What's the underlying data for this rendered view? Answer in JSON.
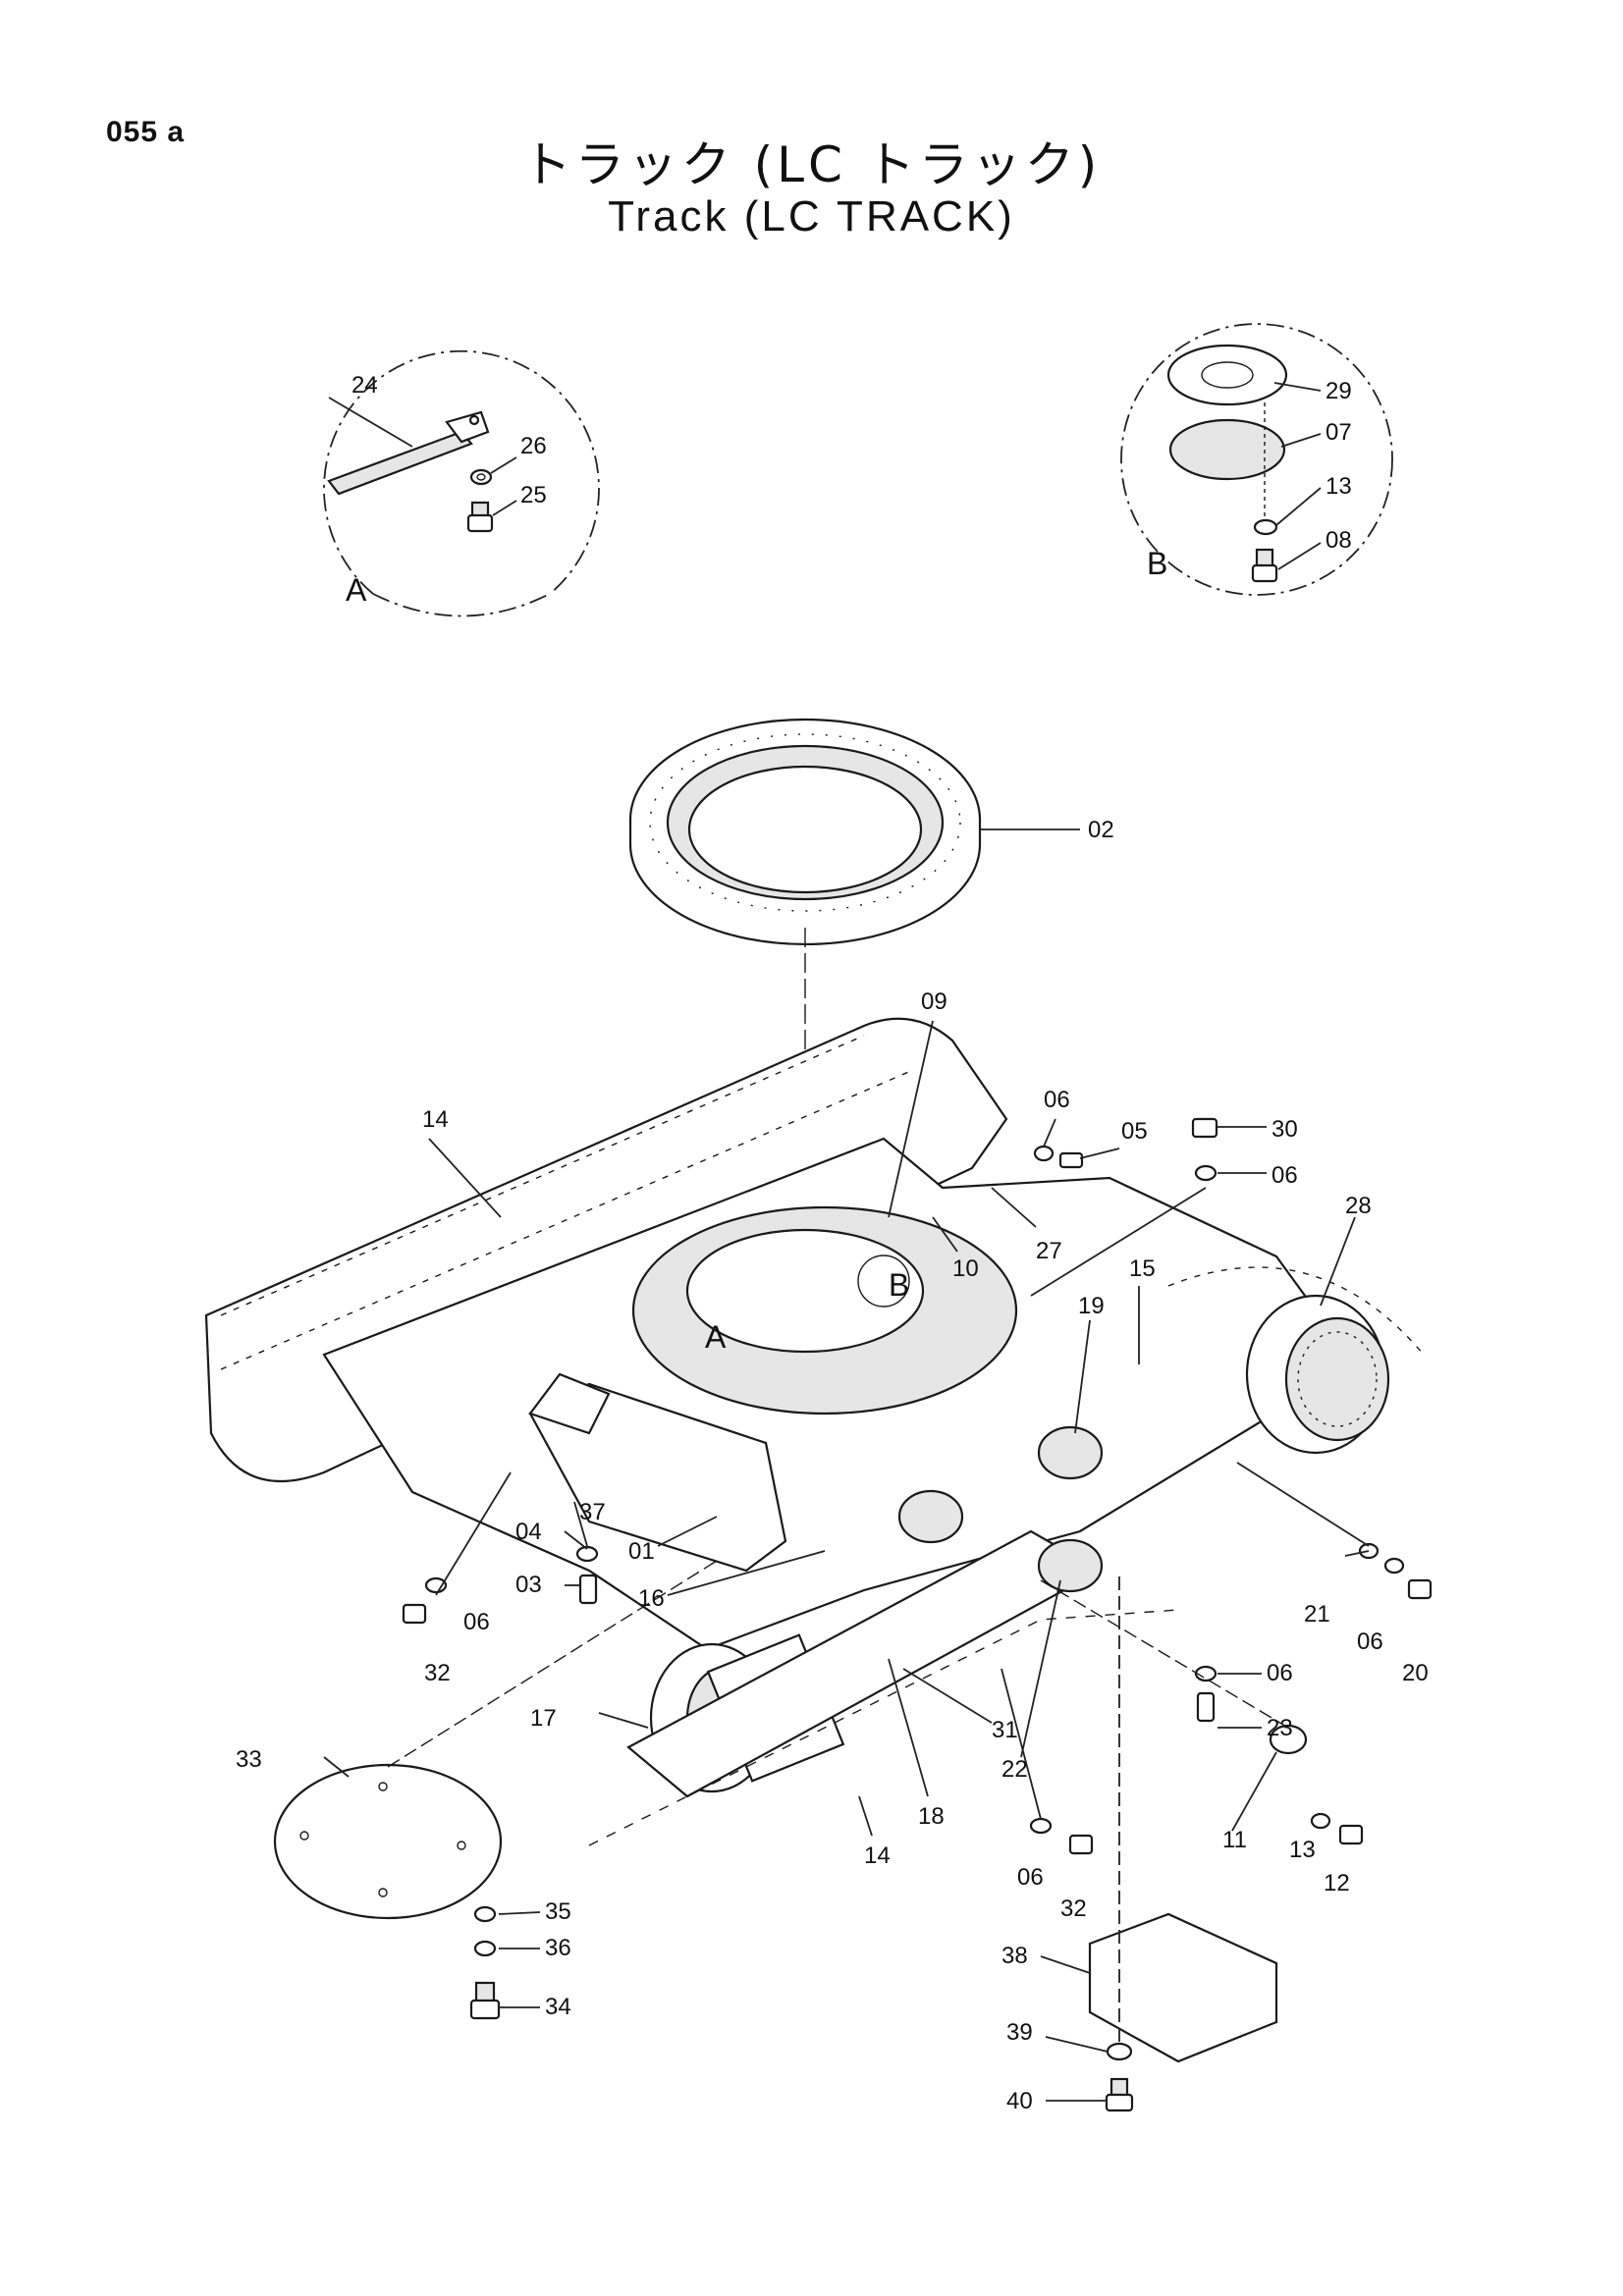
{
  "page_number": "055 a",
  "title_japanese": "トラック (LC トラック)",
  "title_english": "Track (LC TRACK)",
  "detail_views": {
    "A": {
      "label": "A",
      "parts": [
        "24",
        "26",
        "25"
      ]
    },
    "B": {
      "label": "B",
      "parts": [
        "29",
        "07",
        "13",
        "08"
      ]
    }
  },
  "view_markers": {
    "a": "A",
    "b": "B"
  },
  "callouts": {
    "c02": "02",
    "c09": "09",
    "c14a": "14",
    "c06a": "06",
    "c05a": "05",
    "c30": "30",
    "c06b": "06",
    "c27": "27",
    "c10": "10",
    "c28": "28",
    "c15": "15",
    "c19": "19",
    "c37": "37",
    "c04": "04",
    "c01": "01",
    "c03": "03",
    "c06c": "06",
    "c32a": "32",
    "c16": "16",
    "c21": "21",
    "c06d": "06",
    "c20": "20",
    "c06e": "06",
    "c23": "23",
    "c17": "17",
    "c31": "31",
    "c22": "22",
    "c33": "33",
    "c18": "18",
    "c14b": "14",
    "c06f": "06",
    "c32b": "32",
    "c11": "11",
    "c13": "13",
    "c12": "12",
    "c35": "35",
    "c36": "36",
    "c34": "34",
    "c38": "38",
    "c39": "39",
    "c40": "40"
  }
}
